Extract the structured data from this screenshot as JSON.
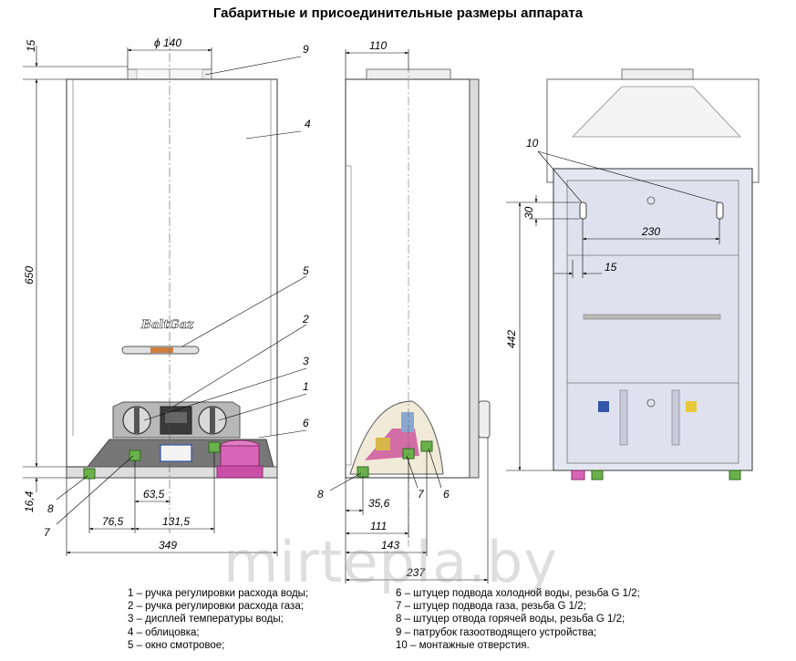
{
  "title": "Габаритные и присоединительные размеры аппарата",
  "brand": "BaltGaz",
  "watermark": "mirtepla.by",
  "front": {
    "dims": {
      "top_gap": "15",
      "flue_diam": "ϕ 140",
      "height": "650",
      "bottom_gap": "16,4",
      "d63": "63,5",
      "d76": "76,5",
      "d131": "131,5",
      "width": "349"
    },
    "callouts": {
      "c9": "9",
      "c4": "4",
      "c5": "5",
      "c2": "2",
      "c3": "3",
      "c1": "1",
      "c6": "6",
      "c8": "8",
      "c7": "7"
    }
  },
  "side": {
    "dims": {
      "flue_offset": "110",
      "d35": "35,6",
      "d111": "111",
      "d143": "143",
      "depth": "237"
    },
    "callouts": {
      "c8": "8",
      "c7": "7",
      "c6": "6"
    }
  },
  "back": {
    "dims": {
      "hole_height": "30",
      "hole_spacing": "230",
      "hole_offset": "15",
      "mount_height": "442"
    },
    "callouts": {
      "c10": "10"
    }
  },
  "legend_left": [
    "1 – ручка регулировки расхода воды;",
    "2 – ручка регулировки расхода газа;",
    "3 – дисплей температуры воды;",
    "4 – облицовка;",
    "5 – окно смотровое;"
  ],
  "legend_right": [
    "6 – штуцер подвода холодной воды, резьба G 1/2;",
    "7 – штуцер подвода газа, резьба G 1/2;",
    "8 – штуцер отвода горячей воды, резьба G 1/2;",
    "9 – патрубок газоотводящего устройства;",
    "10 – монтажные отверстия."
  ]
}
